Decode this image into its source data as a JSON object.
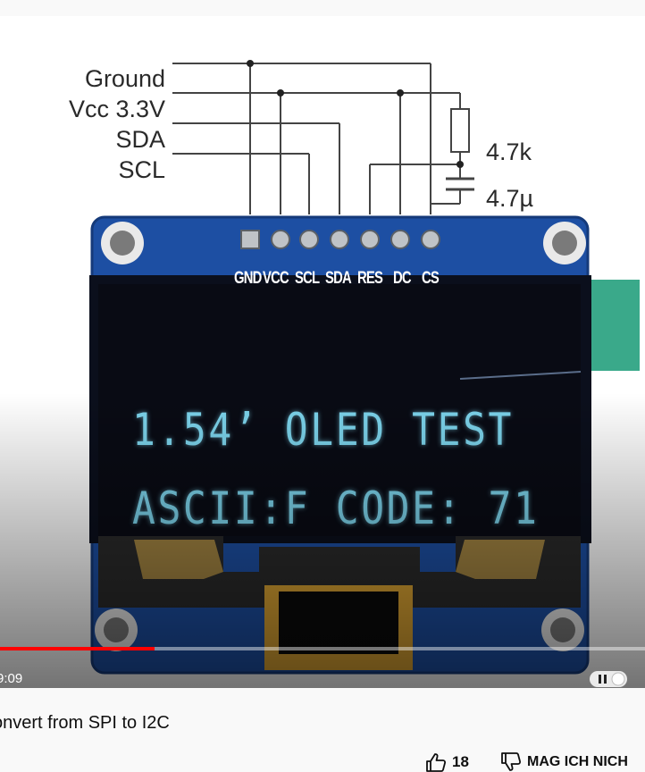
{
  "diagram": {
    "wire_labels": [
      "Ground",
      "Vcc 3.3V",
      "SDA",
      "SCL"
    ],
    "resistor_label": "4.7k",
    "capacitor_label": "4.7µ",
    "pin_labels": [
      "GND",
      "VCC",
      "SCL",
      "SDA",
      "RES",
      "DC",
      "CS"
    ]
  },
  "screen": {
    "line1": "1.54’ OLED TEST",
    "line2": "ASCII:F CODE: 71"
  },
  "player": {
    "time": "9:09",
    "progress_percent": 24
  },
  "video": {
    "title": "onvert from SPI to I2C",
    "likes": "18",
    "dislike_label": "MAG ICH NICH"
  },
  "colors": {
    "board_blue": "#1d4fa3",
    "screen_text": "#7cd4ec",
    "progress_red": "#ff0000",
    "ribbon_gold": "#d9a232"
  }
}
